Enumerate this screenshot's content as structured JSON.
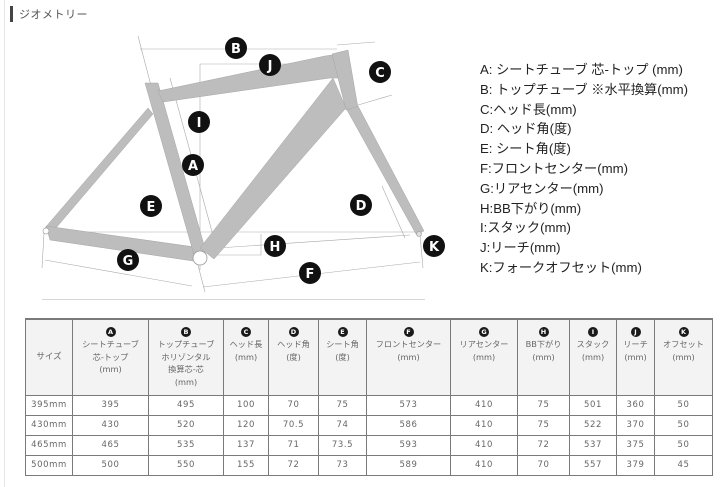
{
  "section": {
    "title": "ジオメトリー"
  },
  "diagram": {
    "labels": [
      "A",
      "B",
      "C",
      "D",
      "E",
      "F",
      "G",
      "H",
      "I",
      "J",
      "K"
    ],
    "colors": {
      "frame": "#b9b9b9",
      "badge": "#111111",
      "lines": "#999999"
    }
  },
  "legend": {
    "items": [
      "A: シートチューブ 芯-トップ (mm)",
      "B: トップチューブ ※水平換算(mm)",
      "C:ヘッド長(mm)",
      "D: ヘッド角(度)",
      "E: シート角(度)",
      "F:フロントセンター(mm)",
      "G:リアセンター(mm)",
      "H:BB下がり(mm)",
      "I:スタック(mm)",
      "J:リーチ(mm)",
      "K:フォークオフセット(mm)"
    ]
  },
  "table": {
    "headers": [
      {
        "badge": "",
        "lines": [
          "サイズ"
        ]
      },
      {
        "badge": "A",
        "lines": [
          "シートチューブ",
          "芯-トップ",
          "(mm)"
        ]
      },
      {
        "badge": "B",
        "lines": [
          "トップチューブ",
          "ホリゾンタル",
          "換算芯-芯",
          "(mm)"
        ]
      },
      {
        "badge": "C",
        "lines": [
          "ヘッド長",
          "(mm)"
        ]
      },
      {
        "badge": "D",
        "lines": [
          "ヘッド角",
          "(度)"
        ]
      },
      {
        "badge": "E",
        "lines": [
          "シート角",
          "(度)"
        ]
      },
      {
        "badge": "F",
        "lines": [
          "フロントセンター",
          "(mm)"
        ]
      },
      {
        "badge": "G",
        "lines": [
          "リアセンター",
          "(mm)"
        ]
      },
      {
        "badge": "H",
        "lines": [
          "BB下がり",
          "(mm)"
        ]
      },
      {
        "badge": "I",
        "lines": [
          "スタック",
          "(mm)"
        ]
      },
      {
        "badge": "J",
        "lines": [
          "リーチ",
          "(mm)"
        ]
      },
      {
        "badge": "K",
        "lines": [
          "オフセット",
          "(mm)"
        ]
      }
    ],
    "rows": [
      [
        "395mm",
        "395",
        "495",
        "100",
        "70",
        "75",
        "573",
        "410",
        "75",
        "501",
        "360",
        "50"
      ],
      [
        "430mm",
        "430",
        "520",
        "120",
        "70.5",
        "74",
        "586",
        "410",
        "75",
        "522",
        "370",
        "50"
      ],
      [
        "465mm",
        "465",
        "535",
        "137",
        "71",
        "73.5",
        "593",
        "410",
        "72",
        "537",
        "375",
        "50"
      ],
      [
        "500mm",
        "500",
        "550",
        "155",
        "72",
        "73",
        "589",
        "410",
        "70",
        "557",
        "379",
        "45"
      ]
    ]
  }
}
